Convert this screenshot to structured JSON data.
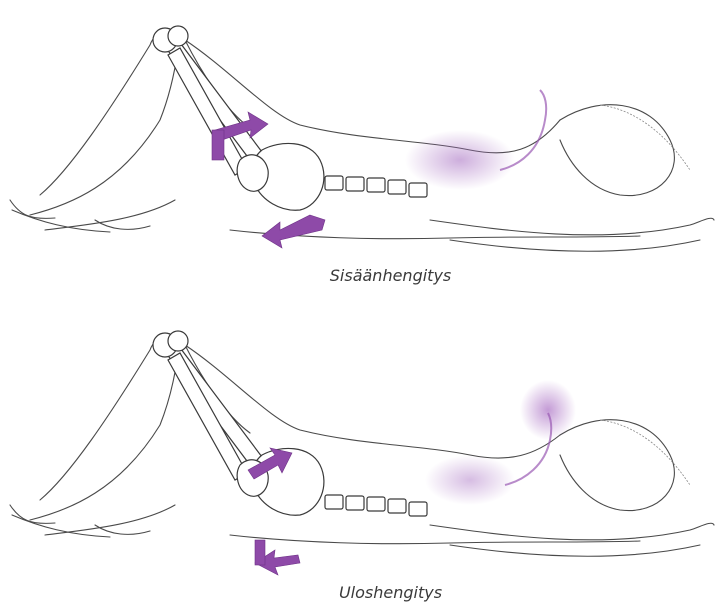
{
  "captions": {
    "inhale": "Sisäänhengitys",
    "exhale": "Uloshengitys"
  },
  "colors": {
    "accent_arrow": "#8e4aa8",
    "breath_cloud": "#b07ac8",
    "ink": "#4a4a4a"
  },
  "figures": [
    {
      "id": "inhale",
      "arrows": [
        "pelvis-tilt-arrow",
        "sacrum-arrow"
      ],
      "breath": "chest-expansion"
    },
    {
      "id": "exhale",
      "arrows": [
        "pelvis-tilt-arrow",
        "sacrum-arrow"
      ],
      "breath": "exhaled-breath-cloud"
    }
  ]
}
